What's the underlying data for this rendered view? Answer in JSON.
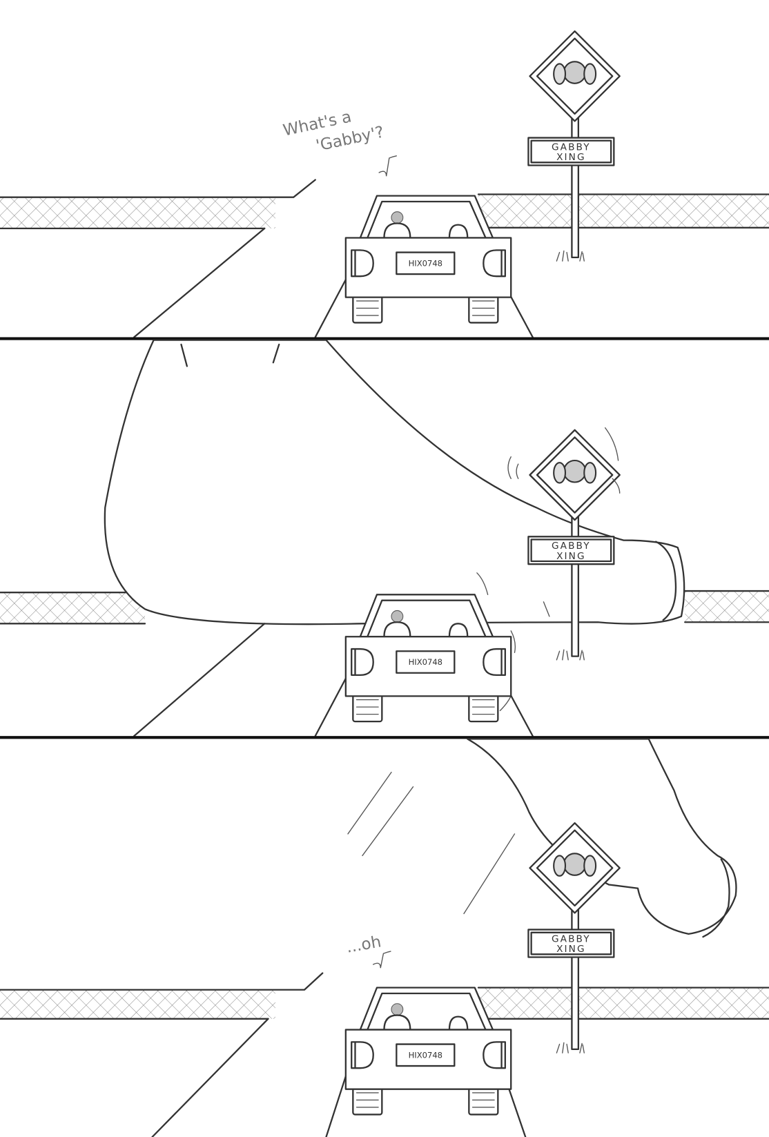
{
  "panels": [
    {
      "speech": [
        "What's a",
        "'Gabby'?"
      ],
      "sign": {
        "line1": "GABBY",
        "line2": "XING"
      },
      "license_plate": "HIX0748"
    },
    {
      "sign": {
        "line1": "GABBY",
        "line2": "XING"
      },
      "license_plate": "HIX0748"
    },
    {
      "speech": [
        "...oh"
      ],
      "sign": {
        "line1": "GABBY",
        "line2": "XING"
      },
      "license_plate": "HIX0748"
    }
  ],
  "colors": {
    "ink": "#333333",
    "pencil": "#777777",
    "paper": "#ffffff"
  }
}
